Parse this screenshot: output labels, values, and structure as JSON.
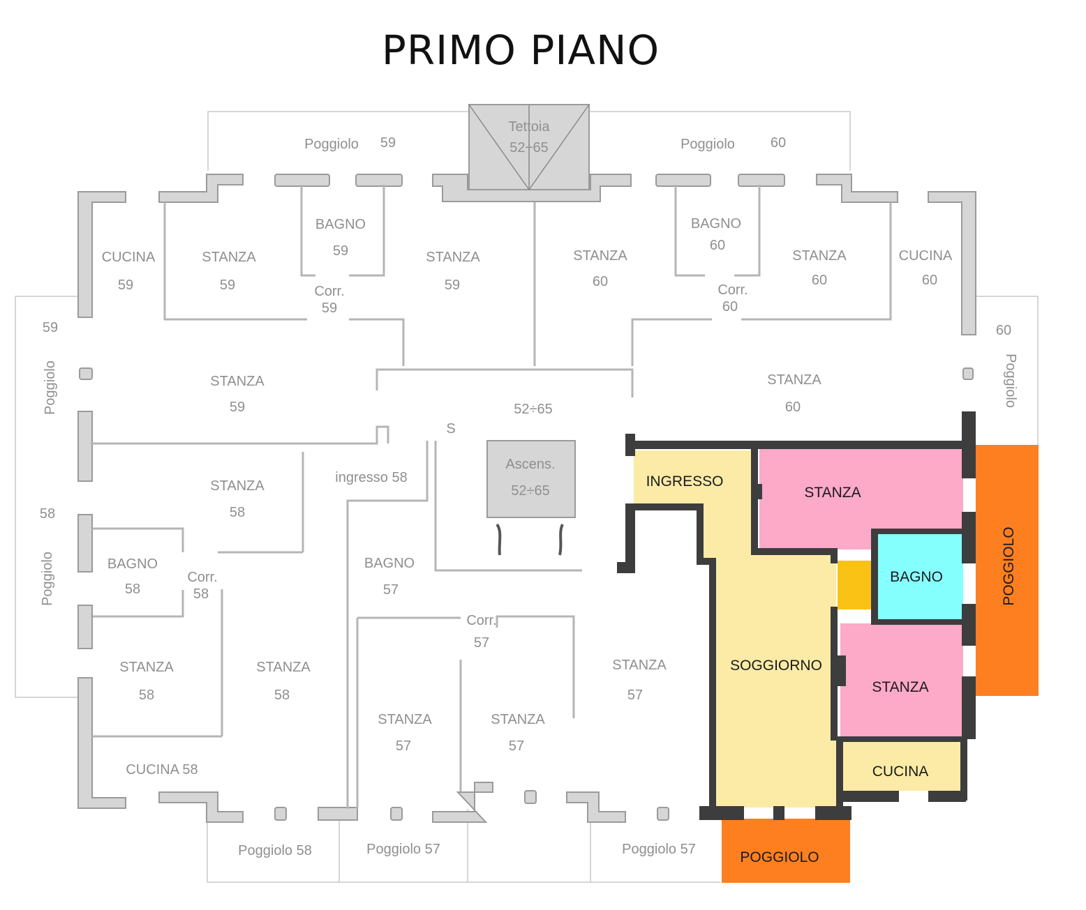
{
  "title": "PRIMO PIANO",
  "colors": {
    "ingresso_soggiorno_cucina": "#fbeba6",
    "stanza": "#fda9c8",
    "bagno": "#86ffff",
    "disimpegno": "#fbc216",
    "poggiolo": "#fd7f20",
    "wall_dark": "#3d3d3d",
    "wall_faded": "#d6d6d6",
    "text_faded": "#8f8f8f"
  },
  "highlighted_unit": {
    "ingresso": "INGRESSO",
    "stanza_1": "STANZA",
    "bagno": "BAGNO",
    "soggiorno": "SOGGIORNO",
    "stanza_2": "STANZA",
    "cucina": "CUCINA",
    "poggiolo_right": "POGGIOLO",
    "poggiolo_bottom": "POGGIOLO"
  },
  "faded_labels": {
    "tettoia_1": "Tettoia",
    "tettoia_2": "52÷65",
    "poggiolo_59_top_a": "Poggiolo",
    "poggiolo_59_top_b": "59",
    "poggiolo_60_top_a": "Poggiolo",
    "poggiolo_60_top_b": "60",
    "cucina_59_a": "CUCINA",
    "cucina_59_b": "59",
    "stanza_59a_a": "STANZA",
    "stanza_59a_b": "59",
    "bagno_59_a": "BAGNO",
    "bagno_59_b": "59",
    "stanza_59b_a": "STANZA",
    "stanza_59b_b": "59",
    "corr_59_a": "Corr.",
    "corr_59_b": "59",
    "stanza_60a_a": "STANZA",
    "stanza_60a_b": "60",
    "bagno_60_a": "BAGNO",
    "bagno_60_b": "60",
    "corr_60_a": "Corr.",
    "corr_60_b": "60",
    "stanza_60b_a": "STANZA",
    "stanza_60b_b": "60",
    "cucina_60_a": "CUCINA",
    "cucina_60_b": "60",
    "poggiolo_59_side_num": "59",
    "poggiolo_59_side_txt": "Poggiolo",
    "poggiolo_60_side_num": "60",
    "poggiolo_60_side_txt": "Poggiolo",
    "stanza_59c_a": "STANZA",
    "stanza_59c_b": "59",
    "landing": "52÷65",
    "stair_s": "S",
    "stanza_60c_a": "STANZA",
    "stanza_60c_b": "60",
    "stanza_58a_a": "STANZA",
    "stanza_58a_b": "58",
    "ingresso_58": "ingresso 58",
    "ascens_a": "Ascens.",
    "ascens_b": "52÷65",
    "poggiolo_58_side_num": "58",
    "poggiolo_58_side_txt": "Poggiolo",
    "bagno_58_a": "BAGNO",
    "bagno_58_b": "58",
    "corr_58_a": "Corr.",
    "corr_58_b": "58",
    "bagno_57_a": "BAGNO",
    "bagno_57_b": "57",
    "corr_57_a": "Corr.",
    "corr_57_b": "57",
    "stanza_58b_a": "STANZA",
    "stanza_58b_b": "58",
    "stanza_58c_a": "STANZA",
    "stanza_58c_b": "58",
    "stanza_57a_a": "STANZA",
    "stanza_57a_b": "57",
    "stanza_57b_a": "STANZA",
    "stanza_57b_b": "57",
    "stanza_57c_a": "STANZA",
    "stanza_57c_b": "57",
    "cucina_58": "CUCINA 58",
    "poggiolo_58_bot": "Poggiolo 58",
    "poggiolo_57_bot_a": "Poggiolo 57",
    "poggiolo_57_bot_b": "Poggiolo 57"
  }
}
